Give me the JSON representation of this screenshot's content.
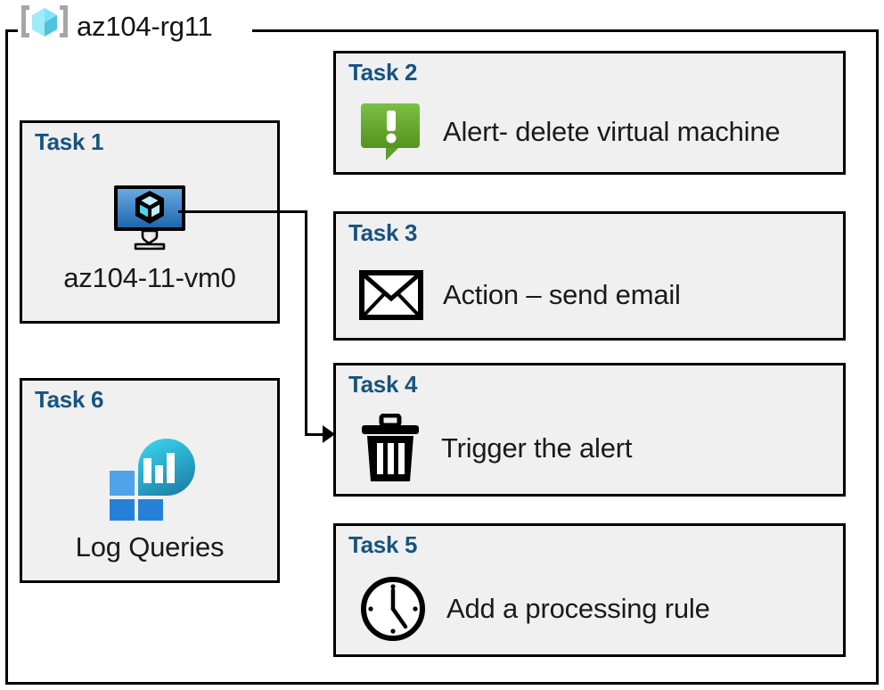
{
  "resource_group": {
    "icon": "resource-group-cube-icon",
    "name": "az104-rg11"
  },
  "colors": {
    "task_label": "#17537f",
    "box_fill": "#f0f0f0",
    "box_border": "#000000",
    "alert_green_light": "#7ac043",
    "alert_green_dark": "#57921f",
    "vm_screen_light": "#5b9bd5",
    "vm_screen_dark": "#2169b0",
    "log_tile_light": "#50a3e8",
    "log_tile_dark": "#2680d8",
    "log_drop_light": "#33cdea",
    "log_drop_dark": "#1b82a8",
    "rg_cube_light": "#9feaf8",
    "rg_cube_mid": "#7fe3f5",
    "rg_cube_dark": "#4fc3de",
    "rg_bracket": "#a6a6a6"
  },
  "tasks": [
    {
      "id": "task1",
      "label": "Task 1",
      "icon": "virtual-machine-icon",
      "caption": "az104-11-vm0",
      "layout": "vertical"
    },
    {
      "id": "task2",
      "label": "Task 2",
      "icon": "alert-exclamation-icon",
      "text": "Alert- delete virtual machine",
      "layout": "horizontal"
    },
    {
      "id": "task3",
      "label": "Task 3",
      "icon": "envelope-icon",
      "text": "Action – send email",
      "layout": "horizontal"
    },
    {
      "id": "task4",
      "label": "Task 4",
      "icon": "trash-can-icon",
      "text": "Trigger the alert",
      "layout": "horizontal"
    },
    {
      "id": "task5",
      "label": "Task 5",
      "icon": "clock-icon",
      "text": "Add a processing rule",
      "layout": "horizontal"
    },
    {
      "id": "task6",
      "label": "Task 6",
      "icon": "log-analytics-icon",
      "caption": "Log Queries",
      "layout": "vertical"
    }
  ],
  "connector": {
    "from": "task1-virtual-machine-icon",
    "to": "task4-box",
    "arrowhead": "right"
  }
}
